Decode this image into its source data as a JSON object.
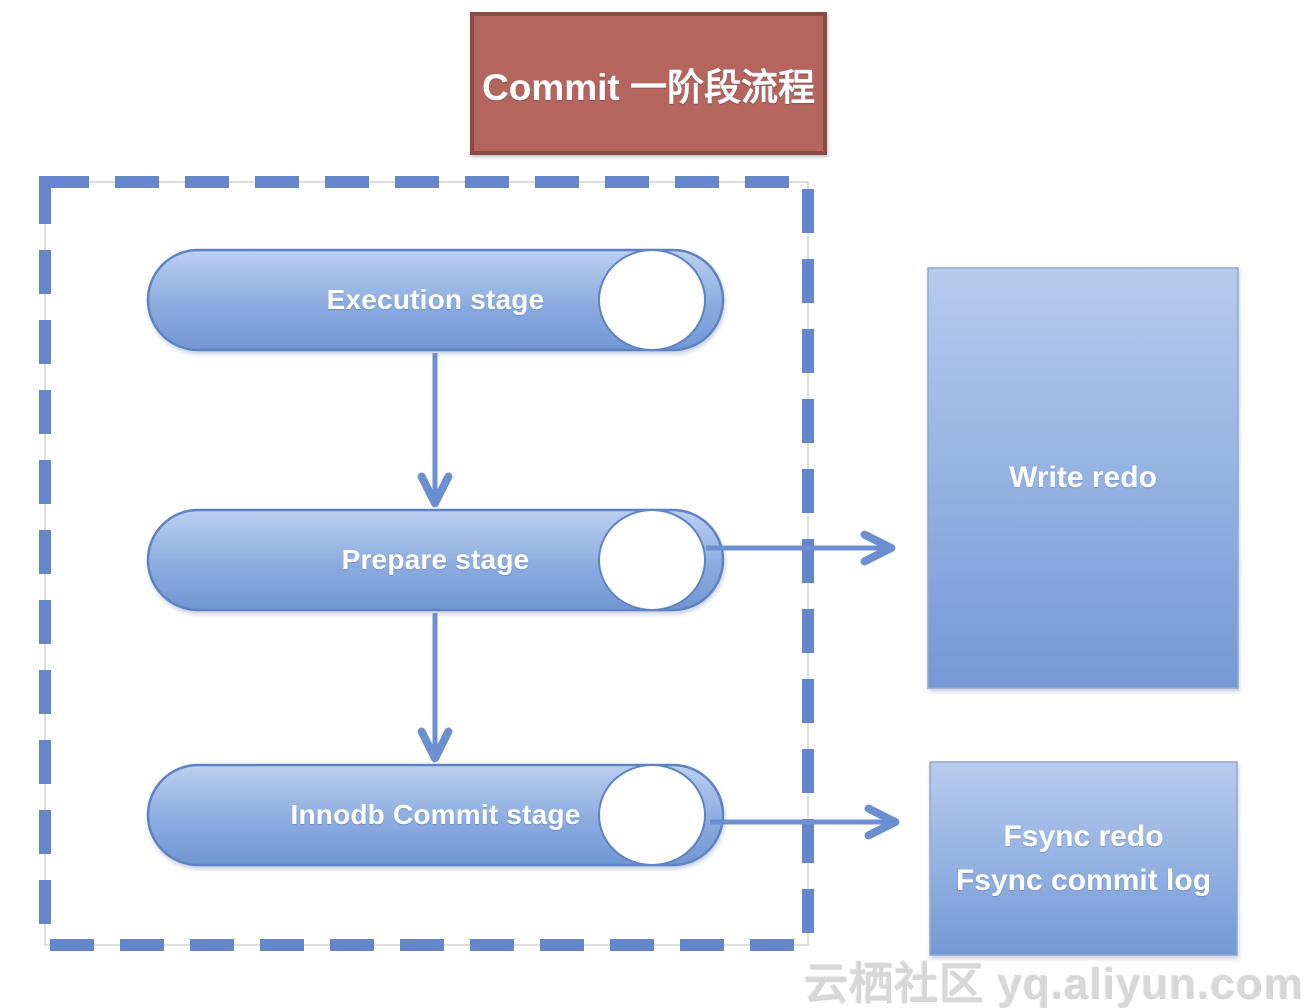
{
  "title": {
    "label": "Commit  一阶段流程"
  },
  "stages": [
    {
      "label": "Execution stage"
    },
    {
      "label": "Prepare stage"
    },
    {
      "label": "Innodb Commit stage"
    }
  ],
  "outputs": {
    "write_redo": {
      "label": "Write redo"
    },
    "fsync": {
      "line1": "Fsync redo",
      "line2": "Fsync commit log"
    }
  },
  "watermark": {
    "label": "云栖社区 yq.aliyun.com"
  },
  "colors": {
    "title_fill": "#b4655e",
    "title_border": "#8d4a43",
    "shape_fill_top": "#bccff0",
    "shape_fill_bottom": "#7096d3",
    "shape_border": "#5d83c4",
    "dashed_border": "#6486ca",
    "arrow": "#6b8fd0",
    "label_text": "#ffffff",
    "watermark_text": "#d7d7d7"
  }
}
